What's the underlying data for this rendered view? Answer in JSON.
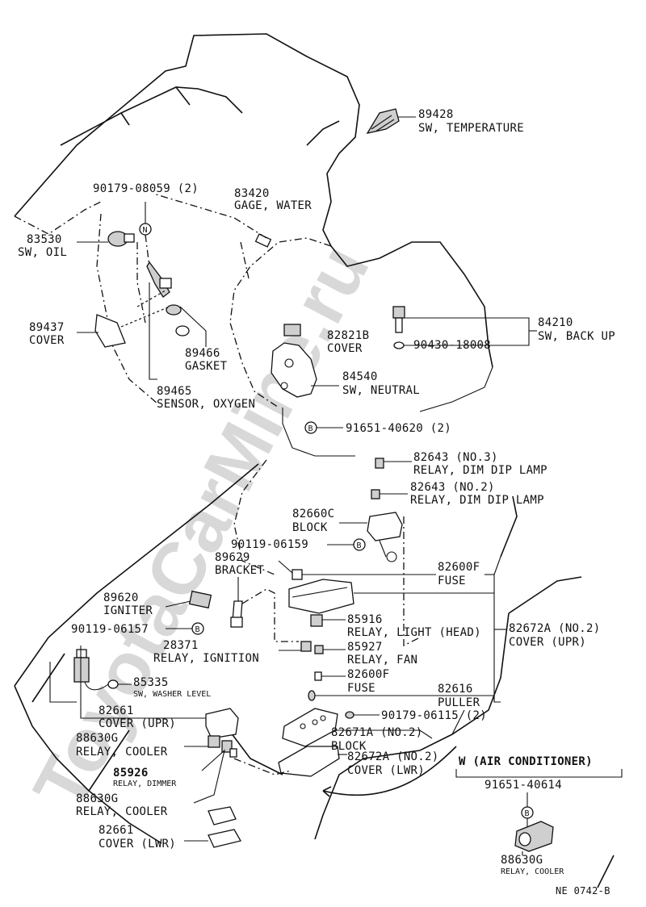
{
  "watermark": "ToyotaCarMine.ru",
  "parts": {
    "p89428": {
      "num": "89428",
      "name": "SW, TEMPERATURE"
    },
    "p90179_08059": {
      "num": "90179-08059 (2)"
    },
    "p83420": {
      "num": "83420",
      "name": "GAGE, WATER"
    },
    "p83530": {
      "num": "83530",
      "name": "SW, OIL"
    },
    "p89437": {
      "num": "89437",
      "name": "COVER"
    },
    "p89466": {
      "num": "89466",
      "name": "GASKET"
    },
    "p89465": {
      "num": "89465",
      "name": "SENSOR, OXYGEN"
    },
    "p82821B": {
      "num": "82821B",
      "name": "COVER"
    },
    "p84210": {
      "num": "84210",
      "name": "SW, BACK UP"
    },
    "p90430": {
      "num": "90430-18008"
    },
    "p84540": {
      "num": "84540",
      "name": "SW, NEUTRAL"
    },
    "p91651_40620": {
      "num": "91651-40620 (2)"
    },
    "p82643_3": {
      "num": "82643 (NO.3)",
      "name": "RELAY, DIM DIP LAMP"
    },
    "p82643_2": {
      "num": "82643 (NO.2)",
      "name": "RELAY, DIM DIP LAMP"
    },
    "p82660C": {
      "num": "82660C",
      "name": "BLOCK"
    },
    "p90119_06159": {
      "num": "90119-06159"
    },
    "p89629": {
      "num": "89629",
      "name": "BRACKET"
    },
    "p82600F_a": {
      "num": "82600F",
      "name": "FUSE"
    },
    "p89620": {
      "num": "89620",
      "name": "IGNITER"
    },
    "p85916": {
      "num": "85916",
      "name": "RELAY, LIGHT (HEAD)"
    },
    "p82672A_upr": {
      "num": "82672A (NO.2)",
      "name": "COVER (UPR)"
    },
    "p90119_06157": {
      "num": "90119-06157"
    },
    "p28371": {
      "num": "28371",
      "name": "RELAY, IGNITION"
    },
    "p85927": {
      "num": "85927",
      "name": "RELAY, FAN"
    },
    "p82600F_b": {
      "num": "82600F",
      "name": "FUSE"
    },
    "p85335": {
      "num": "85335",
      "name": "SW, WASHER LEVEL"
    },
    "p82616": {
      "num": "82616",
      "name": "PULLER"
    },
    "p82661_upr": {
      "num": "82661",
      "name": "COVER (UPR)"
    },
    "p90179_06115": {
      "num": "90179-06115 (2)"
    },
    "p88630G_a": {
      "num": "88630G",
      "name": "RELAY, COOLER"
    },
    "p82671A": {
      "num": "82671A (NO.2)",
      "name": "BLOCK"
    },
    "p82672A_lwr": {
      "num": "82672A (NO.2)",
      "name": "COVER (LWR)"
    },
    "p85926": {
      "num": "85926",
      "name": "RELAY, DIMMER"
    },
    "p88630G_b": {
      "num": "88630G",
      "name": "RELAY, COOLER"
    },
    "p82661_lwr": {
      "num": "82661",
      "name": "COVER (LWR)"
    },
    "p91651_40614": {
      "num": "91651-40614"
    },
    "p88630G_c": {
      "num": "88630G",
      "name": "RELAY, COOLER"
    }
  },
  "callouts": {
    "n": "N",
    "b": "B"
  },
  "variant_title": "W (AIR CONDITIONER)",
  "figure_code": "NE 0742-B"
}
